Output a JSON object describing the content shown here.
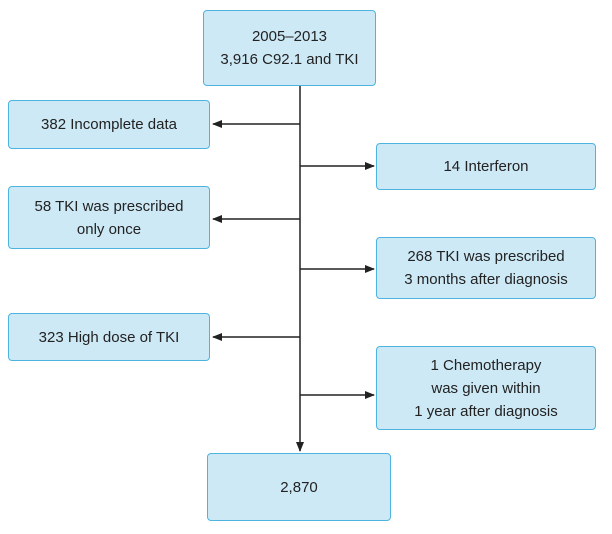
{
  "colors": {
    "box_fill": "#cde9f6",
    "box_border": "#4fb3df",
    "line": "#222222"
  },
  "boxes": {
    "top": "2005–2013\n3,916 C92.1 and TKI",
    "incomplete": "382 Incomplete data",
    "interferon": "14 Interferon",
    "once": "58 TKI was prescribed\nonly once",
    "three_months": "268 TKI was prescribed\n3 months after diagnosis",
    "high_dose": "323 High dose of TKI",
    "chemo": "1 Chemotherapy\nwas given within\n1 year after diagnosis",
    "final": "2,870"
  }
}
